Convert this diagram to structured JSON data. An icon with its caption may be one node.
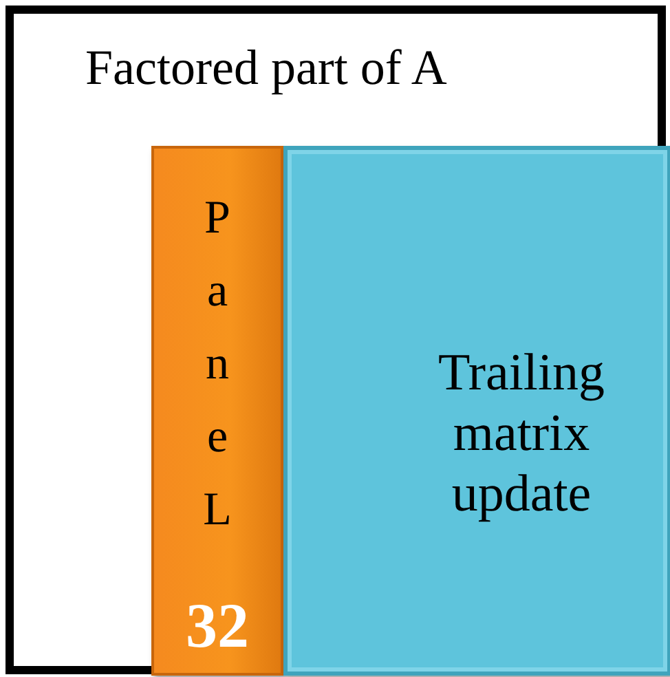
{
  "diagram": {
    "nodes": [
      {
        "text": [
          "Factored part of A"
        ]
      },
      {
        "text": [
          "PaneL",
          "32"
        ],
        "in": 0
      },
      {
        "text": [
          "Trailing matrix update"
        ],
        "in": 0
      }
    ]
  }
}
